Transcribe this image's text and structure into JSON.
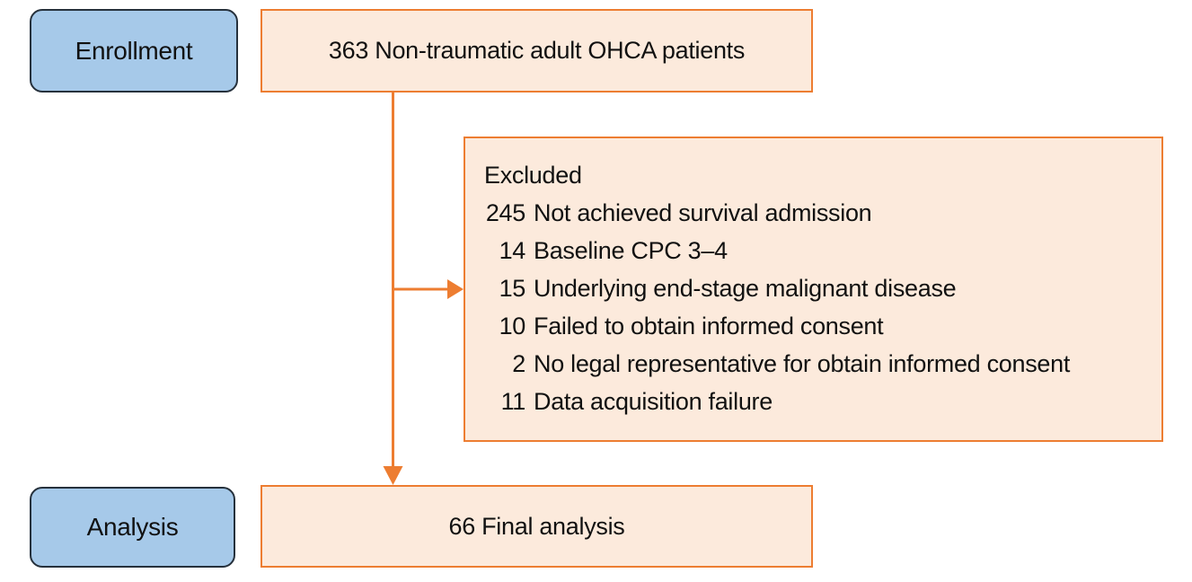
{
  "figure": {
    "type": "patient-flow-diagram",
    "stages": [
      {
        "id": "enrollment",
        "label": "Enrollment"
      },
      {
        "id": "analysis",
        "label": "Analysis"
      }
    ],
    "nodes": {
      "patients": {
        "text": "363 Non-traumatic adult OHCA patients"
      },
      "excluded": {
        "title": "Excluded",
        "items": [
          {
            "count": "245",
            "label": "Not achieved survival admission"
          },
          {
            "count": "14",
            "label": "Baseline CPC 3–4"
          },
          {
            "count": "15",
            "label": "Underlying end-stage malignant disease"
          },
          {
            "count": "10",
            "label": "Failed to obtain informed consent"
          },
          {
            "count": "2",
            "label": "No legal representative for obtain informed consent"
          },
          {
            "count": "11",
            "label": "Data acquisition failure"
          }
        ]
      },
      "final": {
        "text": "66 Final analysis"
      }
    }
  },
  "colors": {
    "accent": "#ED7D31",
    "node_fill": "#FCEADC",
    "stage_fill": "#A6C9E9",
    "stage_border": "#26313C",
    "text": "#111111",
    "background": "#FFFFFF"
  }
}
